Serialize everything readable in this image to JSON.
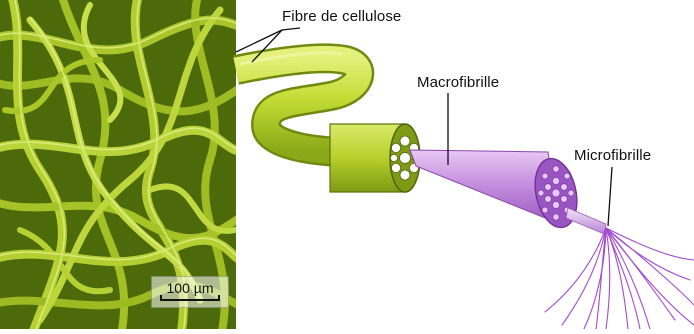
{
  "labels": {
    "fibre": "Fibre de cellulose",
    "macro": "Macrofibrille",
    "micro": "Microfibrille"
  },
  "scale_bar": {
    "text": "100 µm"
  },
  "colors": {
    "fibre_green": "#b6d12a",
    "fibre_dark": "#6f8a10",
    "micrograph_bg": "#4e6a0c",
    "macro_purple": "#b06ad0",
    "micro_purple": "#a24ad0",
    "leader_line": "#111111"
  }
}
